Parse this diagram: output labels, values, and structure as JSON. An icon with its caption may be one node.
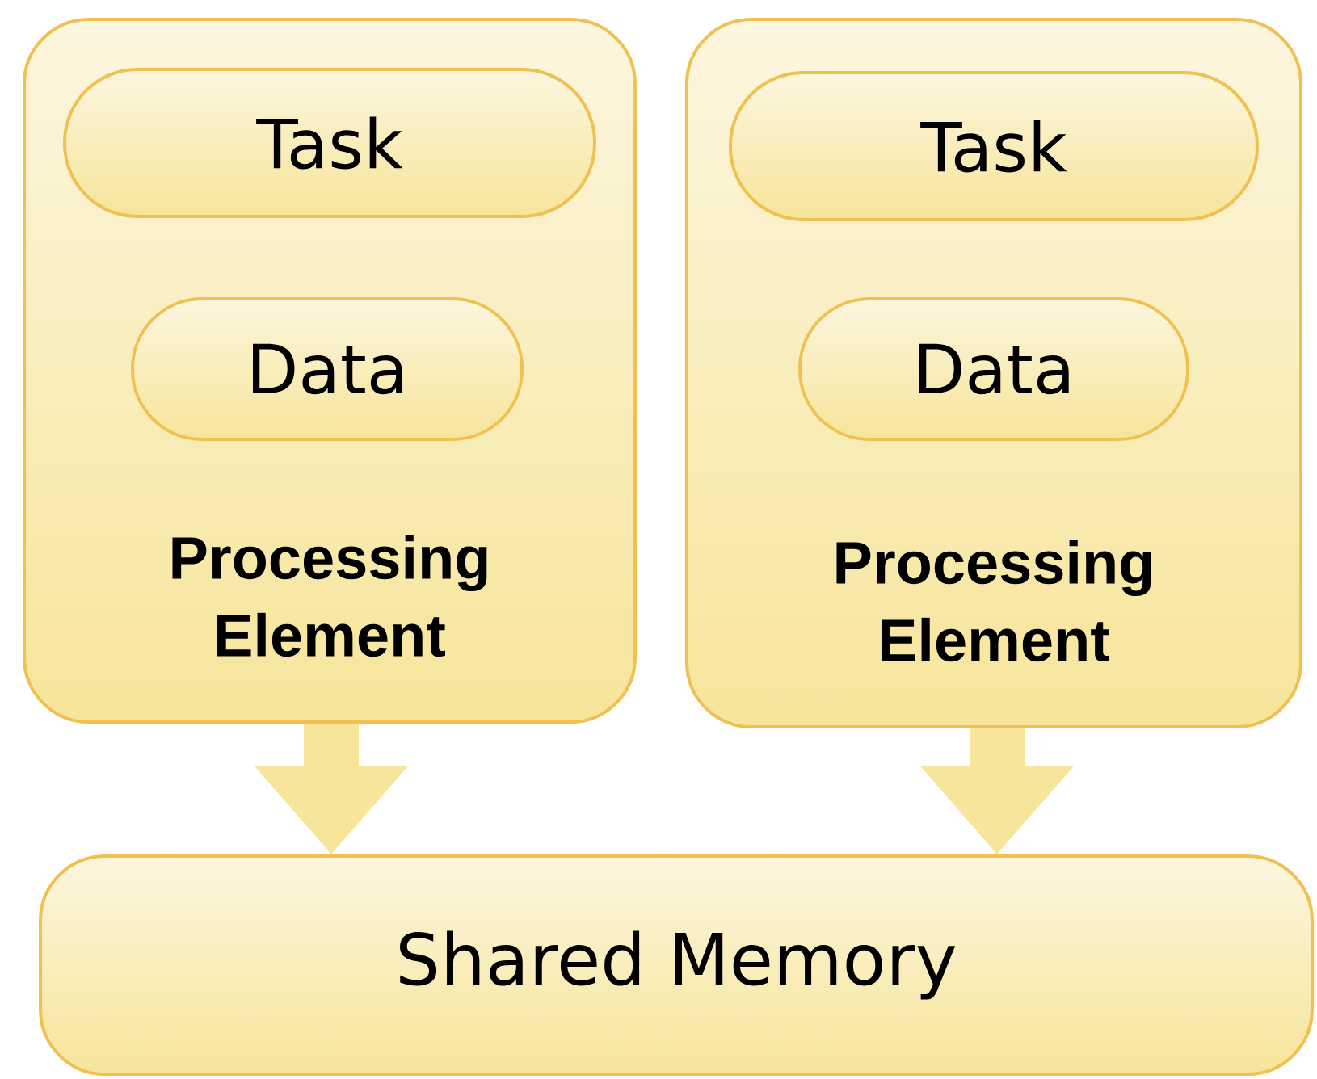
{
  "diagram": {
    "nodes": [
      {
        "text": [
          "Processing Element"
        ]
      },
      {
        "text": [
          "Task"
        ],
        "in": 0
      },
      {
        "text": [
          "Data"
        ],
        "in": 0
      },
      {
        "text": [
          "Processing Element"
        ]
      },
      {
        "text": [
          "Task"
        ],
        "in": 3
      },
      {
        "text": [
          "Data"
        ],
        "in": 3
      },
      {
        "text": [
          "Shared Memory"
        ]
      }
    ],
    "edges": [
      {
        "from": 0,
        "to": 6,
        "arrow": "to"
      },
      {
        "from": 3,
        "to": 6,
        "arrow": "to"
      }
    ]
  }
}
